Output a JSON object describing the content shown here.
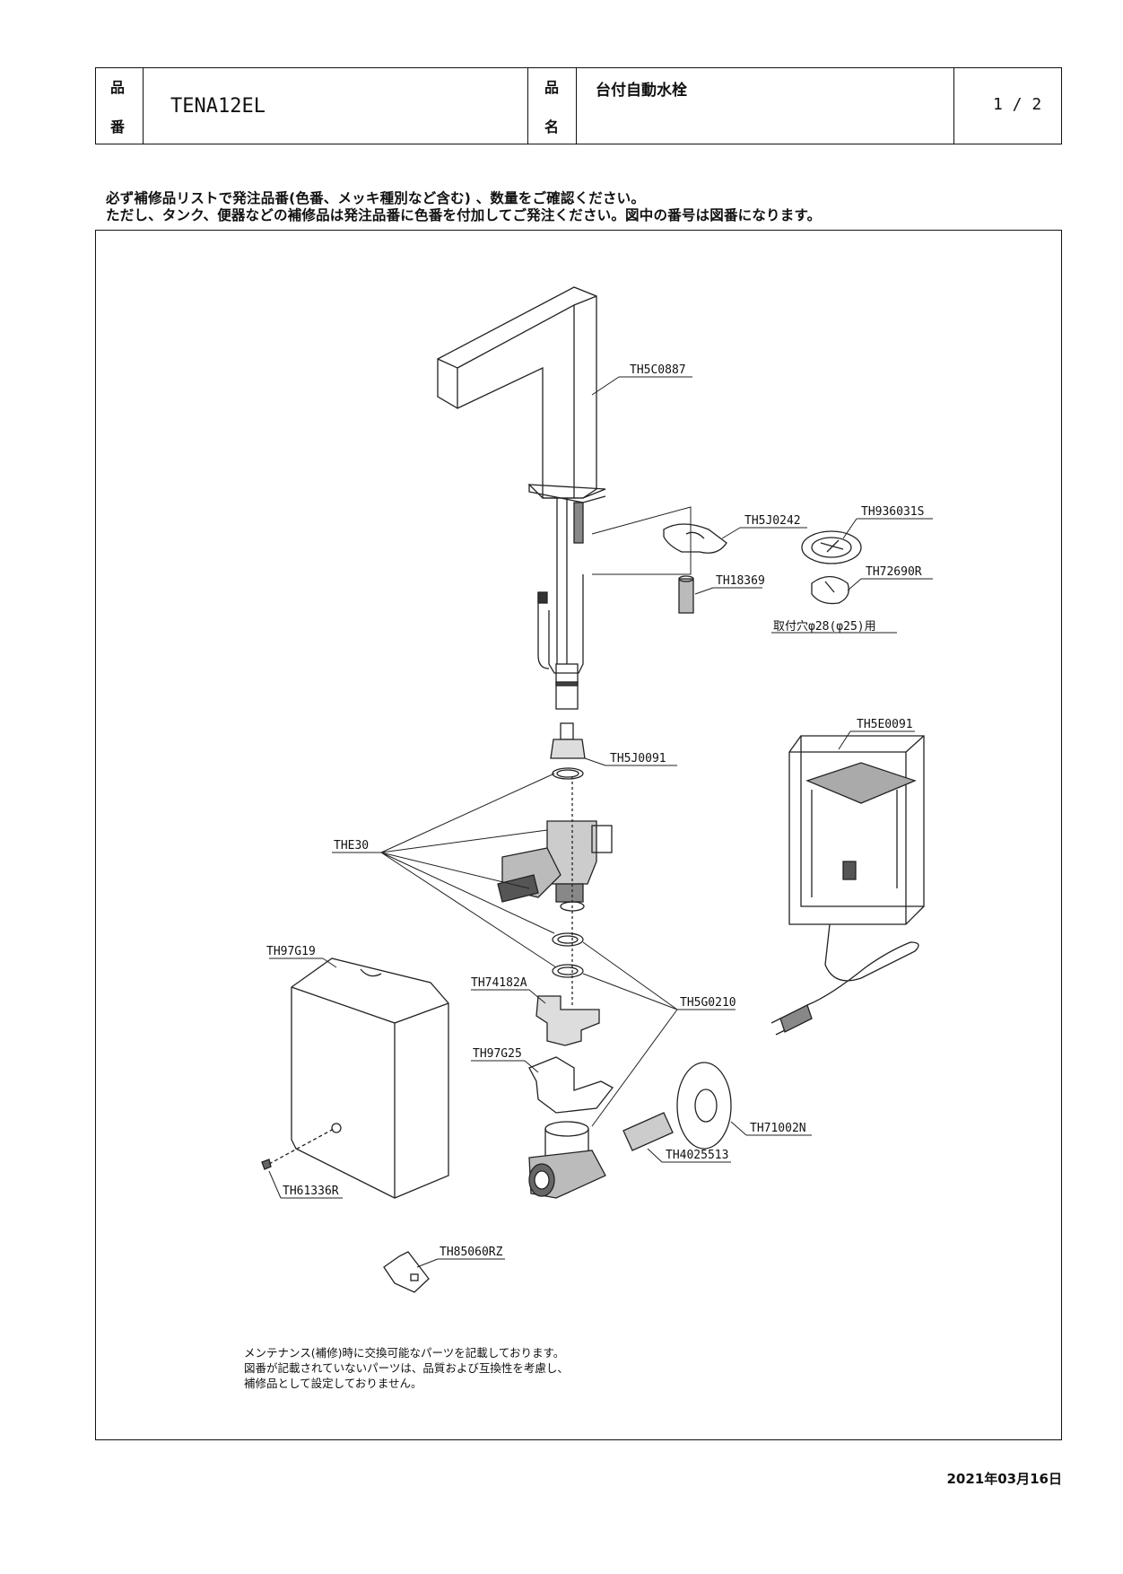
{
  "header": {
    "part_no_label_1": "品",
    "part_no_label_2": "番",
    "part_no": "TENA12EL",
    "name_label_1": "品",
    "name_label_2": "名",
    "name": "台付自動水栓",
    "page": "1 / 2"
  },
  "notes": {
    "line1": "必ず補修品リストで発注品番(色番、メッキ種別など含む) 、数量をご確認ください。",
    "line2": "ただし、タンク、便器などの補修品は発注品番に色番を付加してご発注ください。図中の番号は図番になります。"
  },
  "parts": {
    "spout": "TH5C0887",
    "fix_plate": "TH5J0242",
    "washer_plate": "TH936031S",
    "fix_ring": "TH72690R",
    "bolt": "TH18369",
    "hole_note": "取付穴φ28(φ25)用",
    "valve_adapter": "TH5J0091",
    "control_box": "TH5E0091",
    "o_rings": "THE30",
    "cover": "TH97G19",
    "clip": "TH74182A",
    "packing": "TH5G0210",
    "holder": "TH97G25",
    "flange": "TH71002N",
    "nipple": "TH4025513",
    "screw": "TH61336R",
    "key": "TH85060RZ"
  },
  "maintenance": {
    "line1": "メンテナンス(補修)時に交換可能なパーツを記載しております。",
    "line2": "図番が記載されていないパーツは、品質および互換性を考慮し、",
    "line3": "補修品として設定しておりません。"
  },
  "date": "2021年03月16日"
}
